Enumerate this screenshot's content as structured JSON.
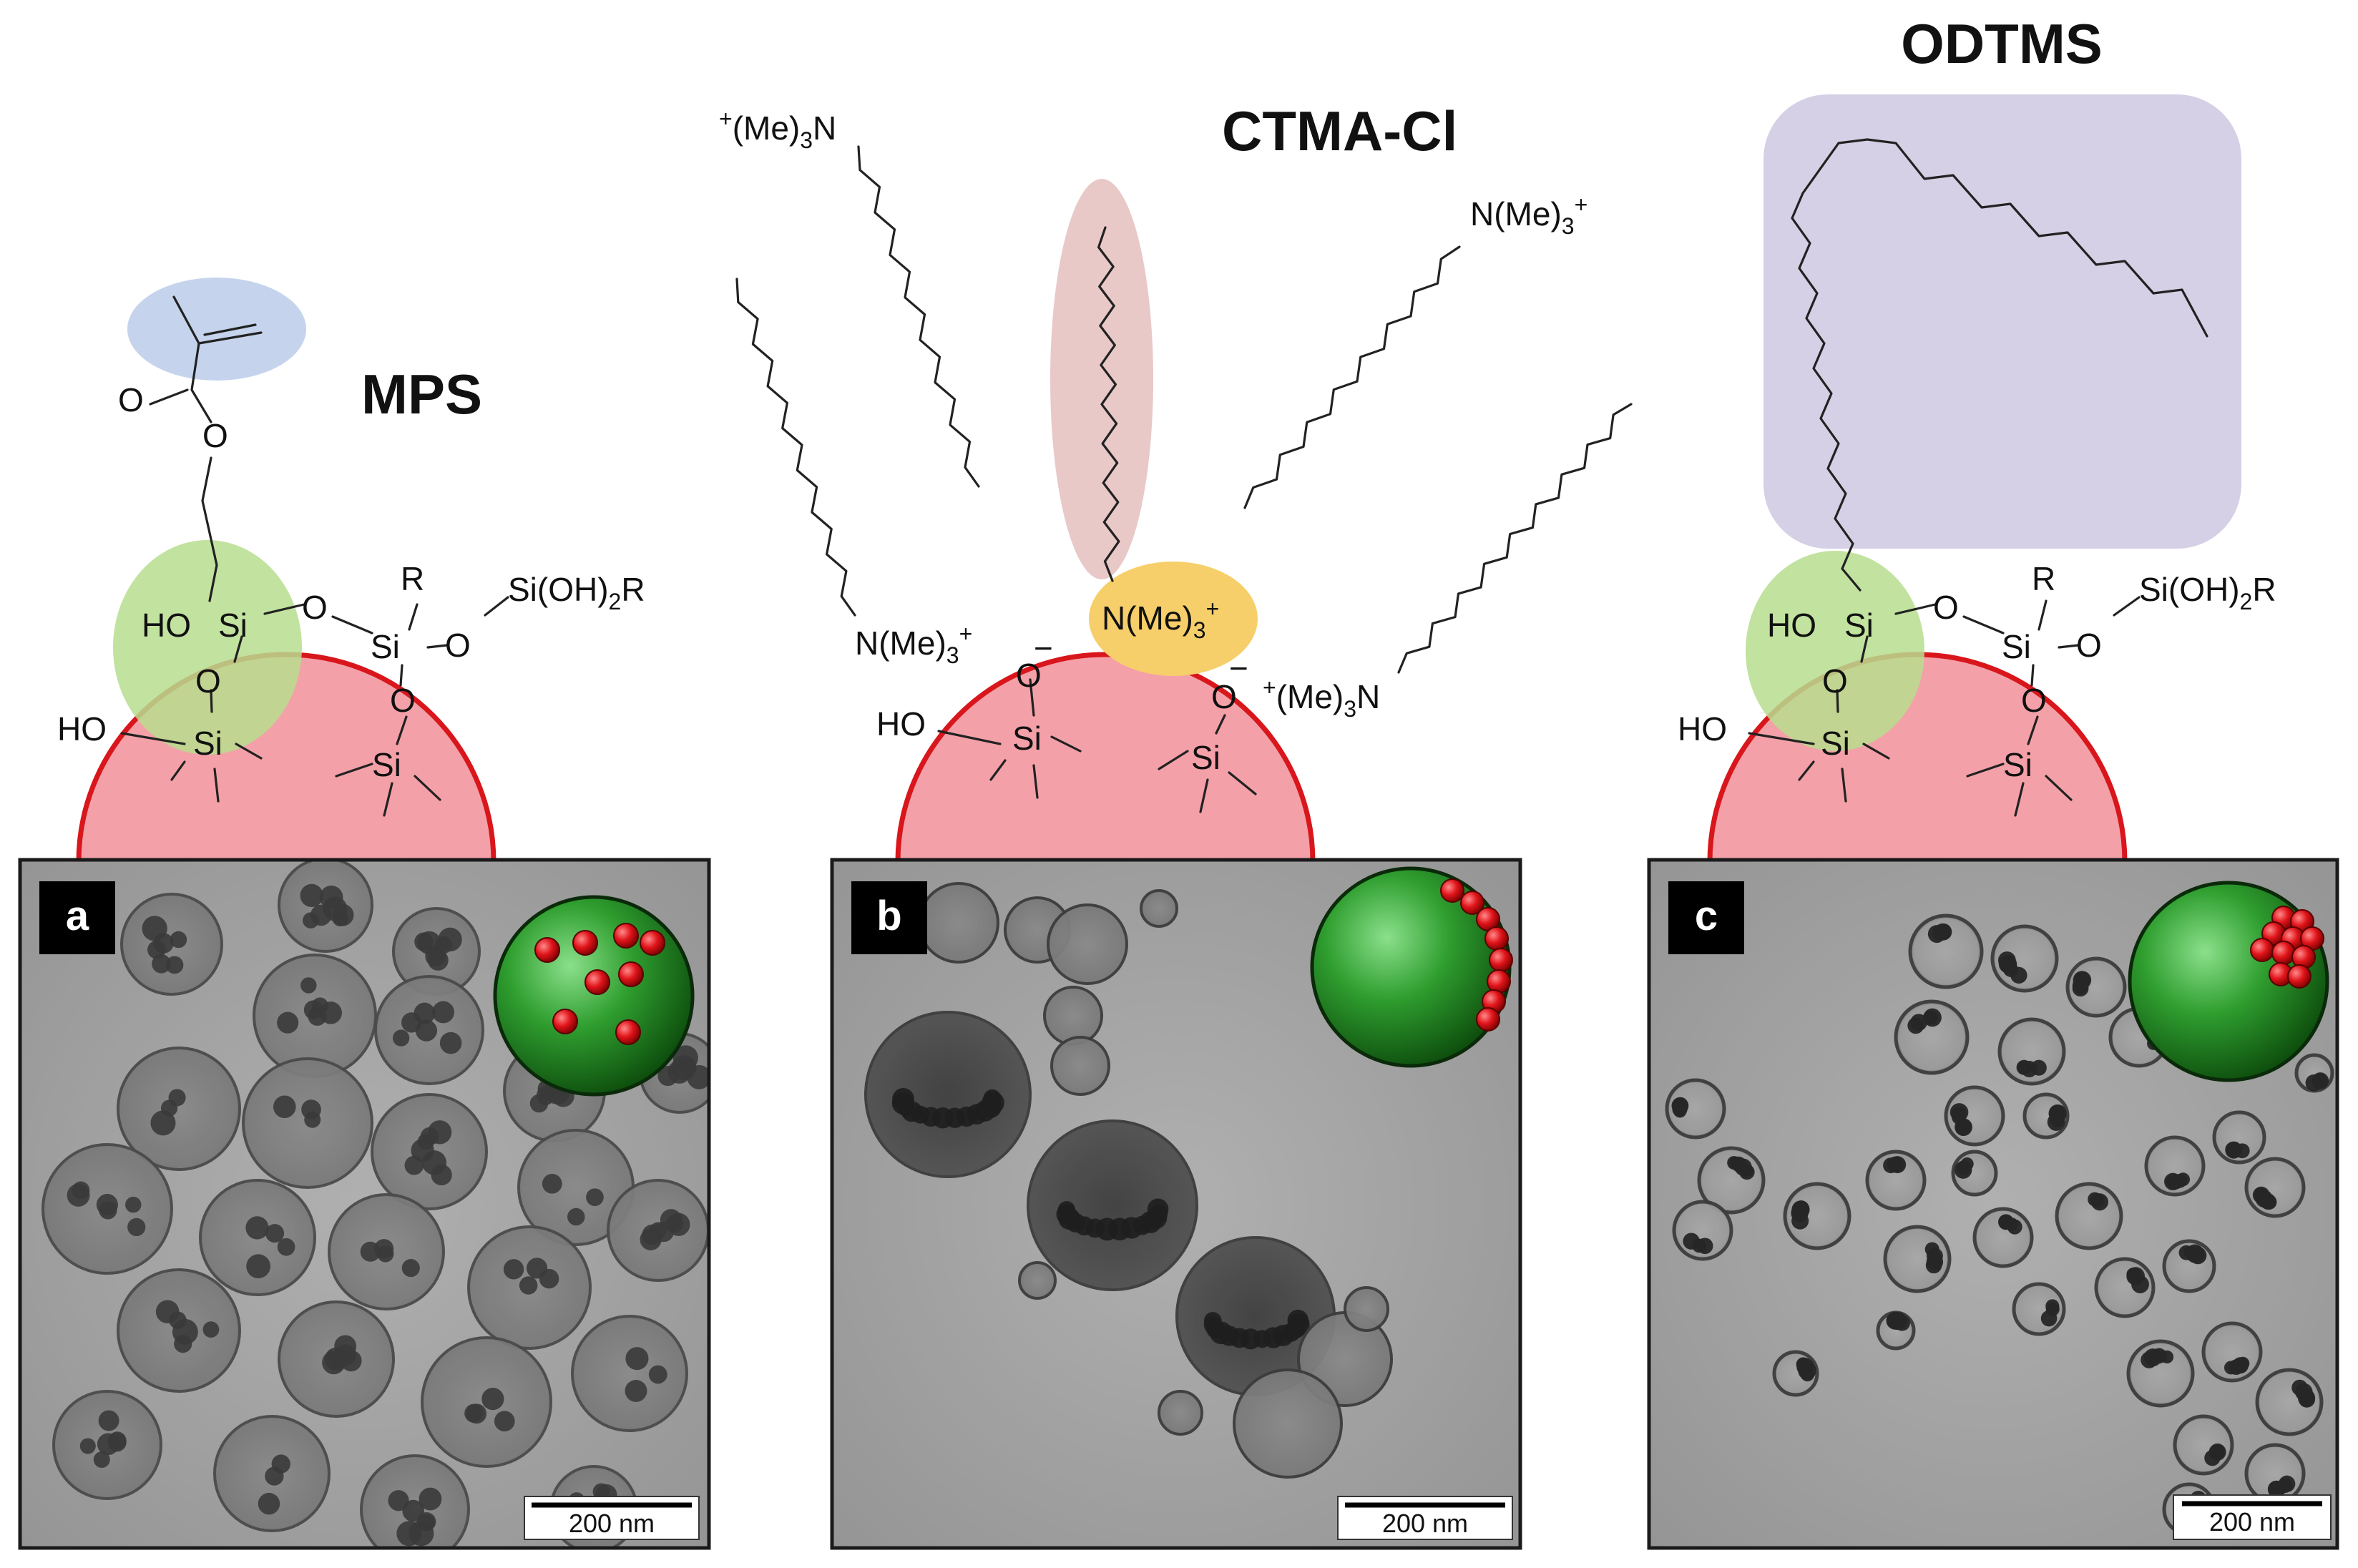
{
  "panels": [
    {
      "id": "a",
      "title": "MPS",
      "label": "a",
      "scale_bar": "200 nm",
      "labels": {
        "carbonyl_o": "O",
        "ester_o": "O",
        "ho1": "HO",
        "si1": "Si",
        "o_bridge1": "O",
        "o1": "O",
        "r": "R",
        "si2": "Si",
        "o2": "O",
        "sioh2r": "Si(OH)",
        "sub2": "2",
        "r2": "R",
        "o3": "O",
        "ho2": "HO",
        "si3": "Si",
        "si4": "Si"
      }
    },
    {
      "id": "b",
      "title": "CTMA-Cl",
      "label": "b",
      "scale_bar": "200 nm",
      "labels": {
        "n1_pre": "+",
        "n1_main": "(Me)",
        "n1_sub": "3",
        "n1_end": "N",
        "n2_main": "N(Me)",
        "n2_sub": "3",
        "n2_sup": "+",
        "n3_main": "N(Me)",
        "n3_sub": "3",
        "n3_sup": "+",
        "n4_main": "N(Me)",
        "n4_sub": "3",
        "n4_sup": "+",
        "n5_pre": "+",
        "n5_main": "(Me)",
        "n5_sub": "3",
        "n5_end": "N",
        "o_left": "O",
        "o_left_charge": "−",
        "o_right": "O",
        "o_right_charge": "−",
        "ho": "HO",
        "si_left": "Si",
        "si_right": "Si"
      }
    },
    {
      "id": "c",
      "title": "ODTMS",
      "label": "c",
      "scale_bar": "200 nm",
      "labels": {
        "ho1": "HO",
        "si1": "Si",
        "o_bridge1": "O",
        "o1": "O",
        "r": "R",
        "si2": "Si",
        "o2": "O",
        "sioh2r": "Si(OH)",
        "sub2": "2",
        "r2": "R",
        "o3": "O",
        "ho2": "HO",
        "si3": "Si",
        "si4": "Si"
      }
    }
  ],
  "colors": {
    "particle_fill": "#f4a0a8",
    "particle_edge": "#d8161c",
    "silanol_highlight": "#b7dd8e",
    "methacrylate_highlight": "#c5d4ec",
    "quat_head_highlight": "#f7cf6a",
    "tail_highlight": "#e9c8c8",
    "odtms_tail_highlight": "#d5d0e5",
    "inset_sphere": "#2f9e2f",
    "inset_dots": "#e0141a",
    "tem_background": "#a3a3a3"
  }
}
